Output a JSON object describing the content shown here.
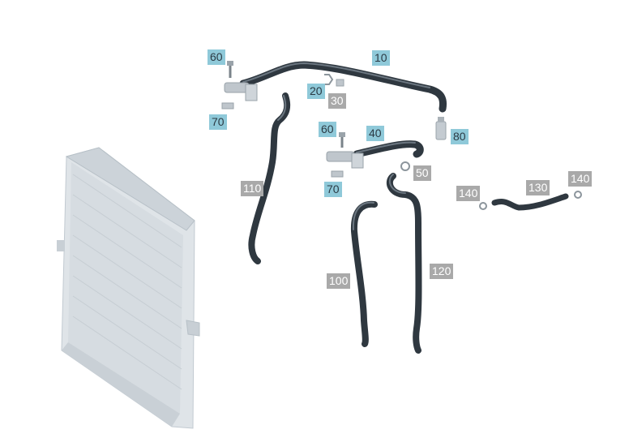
{
  "diagram": {
    "colors": {
      "hose": "#2f3840",
      "hose_highlight": "#6b7680",
      "radiator": "#d3d9de",
      "radiator_edge": "#b7c0c7",
      "fitting": "#bfc6cc",
      "callout_blue": "#8fc9d9",
      "callout_gray": "#a9a9a9"
    },
    "callouts": [
      {
        "id": "60a",
        "text": "60",
        "style": "blue"
      },
      {
        "id": "10",
        "text": "10",
        "style": "blue"
      },
      {
        "id": "20",
        "text": "20",
        "style": "blue"
      },
      {
        "id": "30",
        "text": "30",
        "style": "gray"
      },
      {
        "id": "70a",
        "text": "70",
        "style": "blue"
      },
      {
        "id": "60b",
        "text": "60",
        "style": "blue"
      },
      {
        "id": "40",
        "text": "40",
        "style": "blue"
      },
      {
        "id": "80",
        "text": "80",
        "style": "blue"
      },
      {
        "id": "110",
        "text": "110",
        "style": "gray"
      },
      {
        "id": "50",
        "text": "50",
        "style": "gray"
      },
      {
        "id": "70b",
        "text": "70",
        "style": "blue"
      },
      {
        "id": "140a",
        "text": "140",
        "style": "gray"
      },
      {
        "id": "130",
        "text": "130",
        "style": "gray"
      },
      {
        "id": "140b",
        "text": "140",
        "style": "gray"
      },
      {
        "id": "100",
        "text": "100",
        "style": "gray"
      },
      {
        "id": "120",
        "text": "120",
        "style": "gray"
      }
    ]
  }
}
